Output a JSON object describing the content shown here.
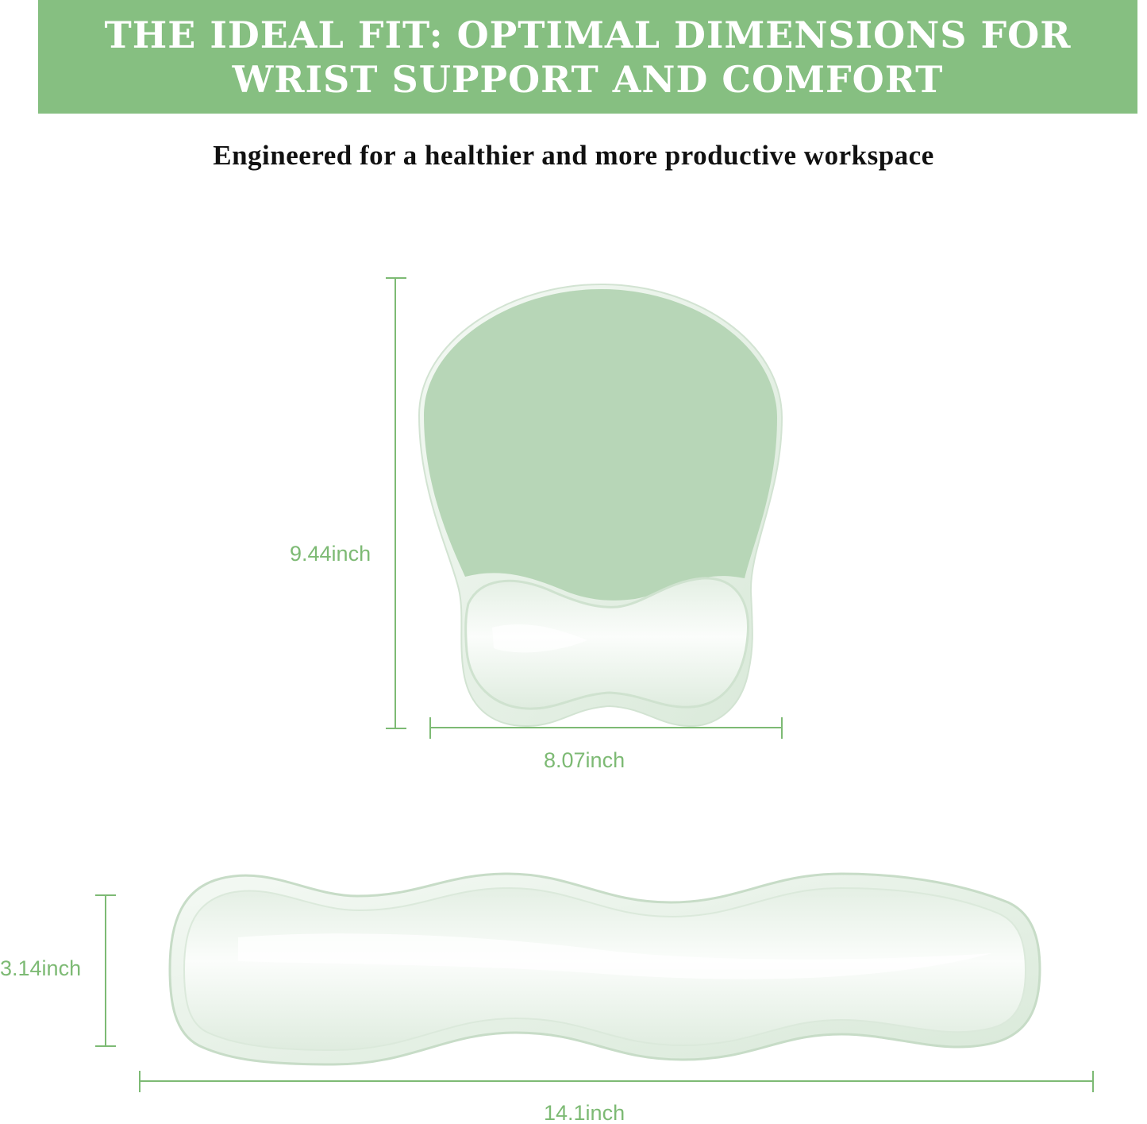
{
  "banner": {
    "title": "THE IDEAL FIT: OPTIMAL DIMENSIONS FOR\nWRIST SUPPORT AND COMFORT"
  },
  "subtitle": "Engineered for a healthier and more productive workspace",
  "mouse_pad": {
    "height_label": "9.44inch",
    "width_label": "8.07inch"
  },
  "keyboard_rest": {
    "height_label": "3.14inch",
    "width_label": "14.1inch"
  },
  "colors": {
    "banner": "#86bf81",
    "pad_surface": "#b7d6b7",
    "dimension": "#7dba74",
    "gel": "#eef5ee"
  }
}
